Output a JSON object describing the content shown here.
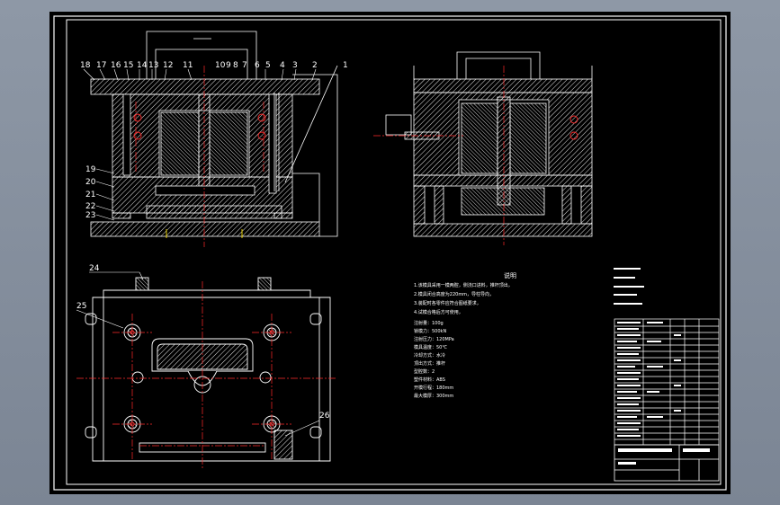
{
  "part_numbers_top": [
    "18",
    "17",
    "16",
    "15",
    "14",
    "13",
    "12",
    "11",
    "10",
    "9",
    "8",
    "7",
    "6",
    "5",
    "4",
    "3",
    "2",
    "1"
  ],
  "part_numbers_side": [
    "19",
    "20",
    "21",
    "22",
    "23"
  ],
  "part_numbers_plan": [
    "24",
    "25",
    "26"
  ],
  "notes": {
    "heading": "说明",
    "lines": [
      "1.该模具采用一模两腔，侧浇口进料，推杆顶出，",
      "2.模具闭合高度为220mm，导柱导向，",
      "3.装配时各零件应符合图纸要求，",
      "4.试模合格后方可使用，"
    ]
  },
  "specs": [
    "注射量：100g",
    "锁模力：500kN",
    "注射压力：120MPa",
    "模具温度：50℃",
    "冷却方式：水冷",
    "顶出方式：推杆",
    "型腔数：2",
    "塑件材料：ABS",
    "开模行程：180mm",
    "最大模厚：300mm"
  ],
  "colors": {
    "line": "#ffffff",
    "hatch": "#ffffff",
    "center": "#ff2a2a",
    "yellow": "#e8d000",
    "background": "#000000"
  }
}
